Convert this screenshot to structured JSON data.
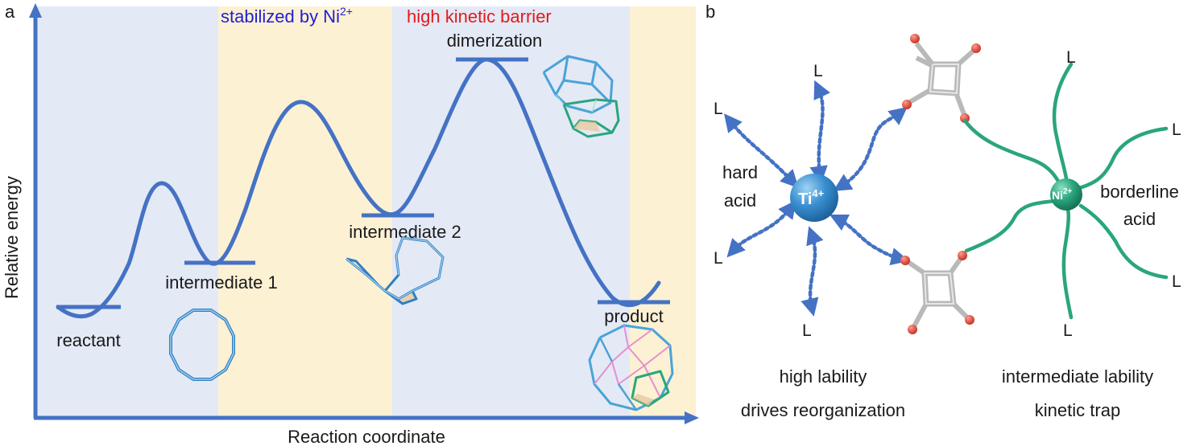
{
  "panel_a": {
    "letter": "a",
    "y_axis_label": "Relative energy",
    "x_axis_label": "Reaction coordinate",
    "top_label_blue": "stabilized by Ni",
    "top_label_blue_sup": "2+",
    "top_label_red": "high kinetic barrier",
    "states": {
      "reactant": "reactant",
      "intermediate1": "intermediate 1",
      "intermediate2": "intermediate 2",
      "dimerization": "dimerization",
      "product": "product"
    },
    "colors": {
      "blue_band": "#e4e9f6",
      "yellow_band": "#fdf1d4",
      "curve": "#4472c4",
      "blue_text": "#1f1fd6",
      "red_text": "#e41a1c"
    }
  },
  "panel_b": {
    "letter": "b",
    "ti_label": "Ti",
    "ti_sup": "4+",
    "ni_label": "Ni",
    "ni_sup": "2+",
    "ligand": "L",
    "hard_acid_1": "hard",
    "hard_acid_2": "acid",
    "borderline_1": "borderline",
    "borderline_2": "acid",
    "caption_left_1": "high lability",
    "caption_left_2": "drives reorganization",
    "caption_right_1": "intermediate lability",
    "caption_right_2": "kinetic trap",
    "colors": {
      "ti_sphere": "#3a8fd0",
      "ni_sphere": "#2aa57e",
      "dotted_arrow": "#4472c4",
      "ligand_line": "#2aa57e",
      "oxygen": "#e03a2a"
    }
  }
}
